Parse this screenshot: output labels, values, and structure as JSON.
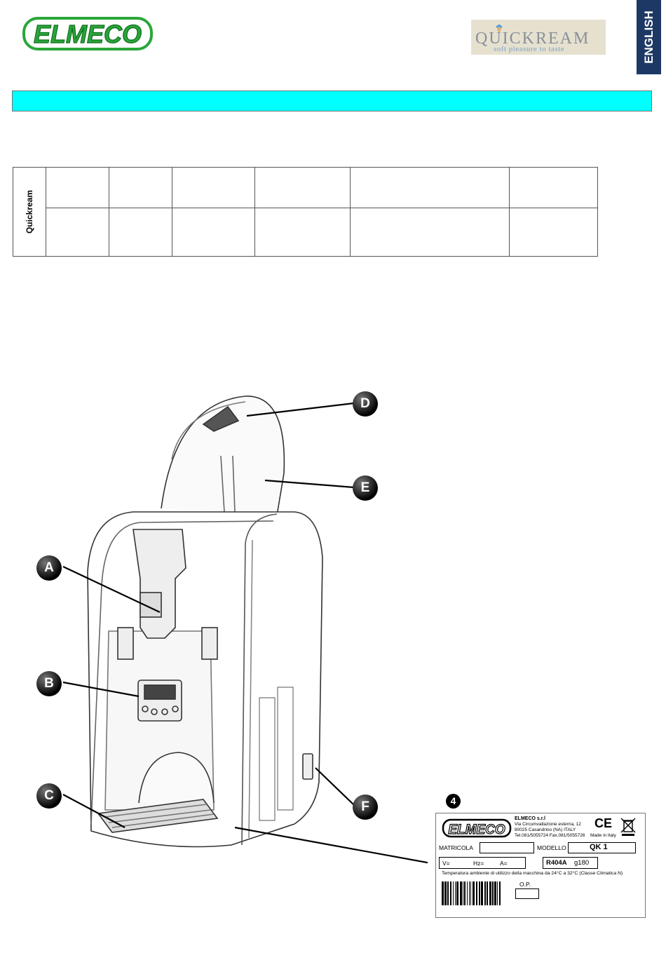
{
  "header": {
    "brand_logo": "ELMECO",
    "product_logo": "QUICKREAM",
    "product_tagline": "soft pleasure to taste",
    "language_tab": "ENGLISH"
  },
  "table": {
    "side_label": "Quickream",
    "rows": 2,
    "columns": 6
  },
  "figure": {
    "labels": [
      "A",
      "B",
      "C",
      "D",
      "E",
      "F"
    ],
    "plate_marker": "4"
  },
  "plate": {
    "company": "ELMECO s.r.l",
    "address_line1": "Via Circumvallazione esterna, 12",
    "address_line2": "80025 Casandrino (NA) ITALY",
    "address_line3": "Tel.081/5055724 Fax.081/5055726",
    "ce_mark": "CE",
    "made_in": "Made in Italy",
    "matricola_label": "MATRICOLA",
    "modello_label": "MODELLO",
    "model_value": "QK 1",
    "v_label": "V=",
    "hz_label": "Hz=",
    "a_label": "A=",
    "refrigerant": "R404A",
    "refrigerant_charge": "g180",
    "temperature_note": "Temperatura ambiente di utilizzo della macchina da 24°C a 32°C (Classe Climatica N)",
    "op_label": "O.P."
  }
}
